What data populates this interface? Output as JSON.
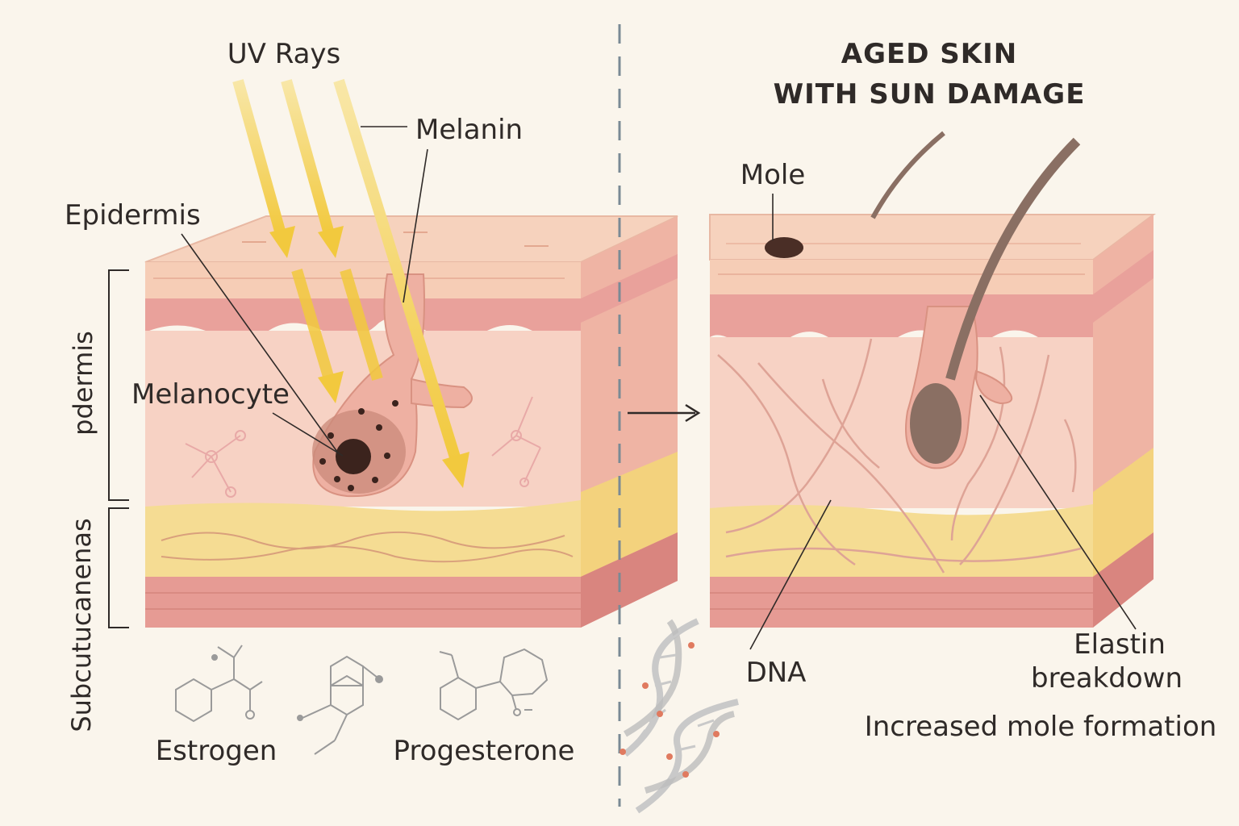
{
  "labels": {
    "uv_rays": "UV Rays",
    "melanin": "Melanin",
    "epidermis": "Epidermis",
    "dermis_bracket": "pdermis",
    "melanocyte": "Melanocyte",
    "subcutaneous_bracket": "Subcutucanenas",
    "estrogen": "Estrogen",
    "progesterone": "Progesterone",
    "aged_title_line1": "AGED SKIN",
    "aged_title_line2": "WITH SUN DAMAGE",
    "mole": "Mole",
    "dna": "DNA",
    "elastin_line1": "Elastin",
    "elastin_line2": "breakdown",
    "mole_formation": "Increased mole formation"
  },
  "colors": {
    "background": "#faf5ec",
    "epidermis_top": "#f6cdb6",
    "dermis": "#f7d2c4",
    "papillary": "#e9a19b",
    "fat_layer": "#f5dc93",
    "deep_layer": "#e69b94",
    "uv_ray": "#f3cf4e",
    "melanocyte": "#c98a7a",
    "mole": "#4a2e26",
    "hair": "#8a6f63",
    "dna_backbone": "#c9c9c9",
    "dna_rung": "#e07a5f",
    "divider": "#7a8a95",
    "leader": "#2f2a28"
  },
  "icons": [
    "uv-ray-arrow",
    "melanocyte-cell",
    "molecule-estrogen",
    "molecule-progesterone",
    "dna-helix",
    "hair-follicle",
    "mole-spot",
    "transition-arrow"
  ]
}
